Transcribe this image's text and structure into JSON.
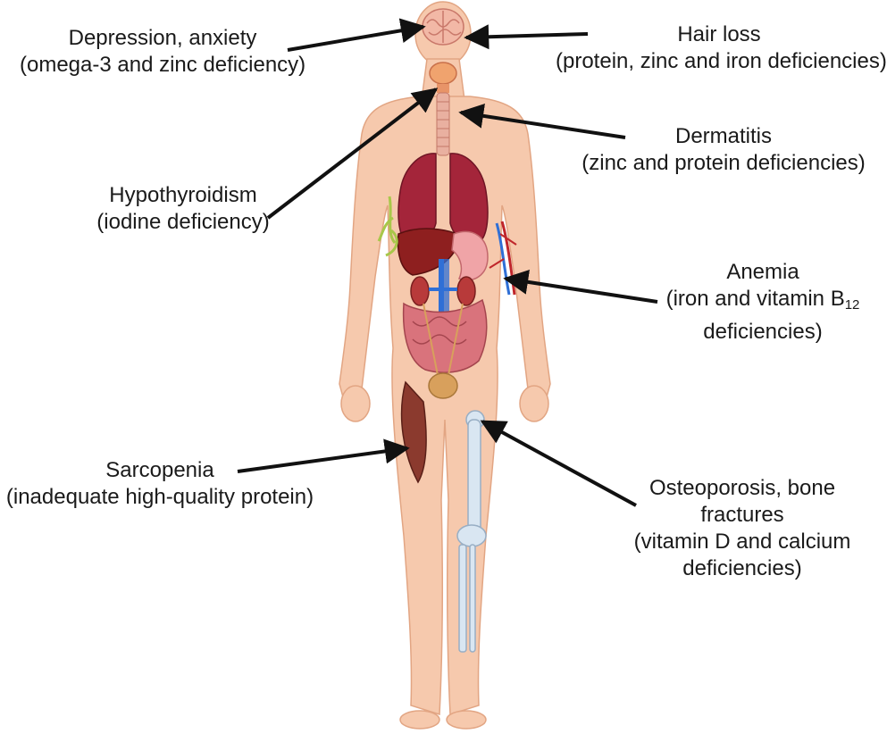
{
  "labels": {
    "depression": {
      "title": "Depression, anxiety",
      "detail": "(omega-3 and zinc deficiency)"
    },
    "hair_loss": {
      "title": "Hair loss",
      "detail": "(protein, zinc and iron deficiencies)"
    },
    "dermatitis": {
      "title": "Dermatitis",
      "detail": "(zinc and protein deficiencies)"
    },
    "hypothyroidism": {
      "title": "Hypothyroidism",
      "detail": "(iodine deficiency)"
    },
    "anemia": {
      "title": "Anemia",
      "detail_prefix": "(iron and vitamin B",
      "detail_sub": "12",
      "detail_end": "deficiencies)"
    },
    "sarcopenia": {
      "title": "Sarcopenia",
      "detail": "(inadequate high-quality protein)"
    },
    "osteoporosis": {
      "line1": "Osteoporosis, bone",
      "line2": "fractures",
      "line3": "(vitamin D and calcium",
      "line4": "deficiencies)"
    }
  },
  "colors": {
    "skin": "#f6c9ad",
    "skin_outline": "#e2a583",
    "lung": "#a4253a",
    "liver": "#8e1f1f",
    "stomach": "#f0a4a7",
    "intestine": "#d9737c",
    "kidney": "#b83a3a",
    "vessel_blue": "#2f6fd6",
    "bone": "#d9e6f2",
    "muscle": "#8b3a2e",
    "arrow": "#111111"
  }
}
